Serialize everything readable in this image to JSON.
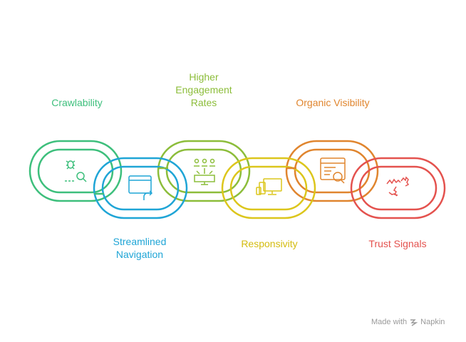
{
  "labels": {
    "crawlability": "Crawlability",
    "streamlined_navigation": [
      "Streamlined",
      "Navigation"
    ],
    "higher_engagement": [
      "Higher",
      "Engagement",
      "Rates"
    ],
    "responsivity": "Responsivity",
    "organic_visibility": "Organic Visibility",
    "trust_signals": "Trust Signals"
  },
  "colors": {
    "green": "#3dbf7c",
    "blue": "#1fa5d6",
    "lime": "#8cbd3a",
    "yellow": "#dcc61c",
    "orange": "#e0852e",
    "red": "#e4524e"
  },
  "icons": [
    "bug-search-icon",
    "browser-redirect-icon",
    "audience-screen-icon",
    "devices-icon",
    "webpage-search-icon",
    "handshake-icon"
  ],
  "watermark": {
    "prefix": "Made with",
    "brand": "Napkin"
  }
}
